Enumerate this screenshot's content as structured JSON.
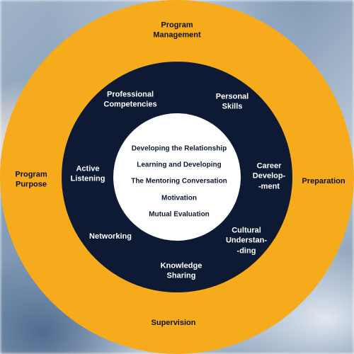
{
  "outer_ring": {
    "top_line1": "Program",
    "top_line2": "Management",
    "left_line1": "Program",
    "left_line2": "Purpose",
    "right": "Preparation",
    "bottom": "Supervision"
  },
  "middle_ring": {
    "professional_line1": "Professional",
    "professional_line2": "Competencies",
    "personal_line1": "Personal",
    "personal_line2": "Skills",
    "active_line1": "Active",
    "active_line2": "Listening",
    "career_line1": "Career",
    "career_line2": "Develop-",
    "career_line3": "-ment",
    "networking": "Networking",
    "cultural_line1": "Cultural",
    "cultural_line2": "Understan-",
    "cultural_line3": "-ding",
    "knowledge_line1": "Knowledge",
    "knowledge_line2": "Sharing"
  },
  "inner_circle": {
    "items": [
      "Developing the Relationship",
      "Learning and Developing",
      "The Mentoring Conversation",
      "Motivation",
      "Mutual Evaluation"
    ]
  },
  "colors": {
    "outer": "#f5ab1c",
    "middle": "#0e1a33",
    "inner": "#ffffff"
  }
}
